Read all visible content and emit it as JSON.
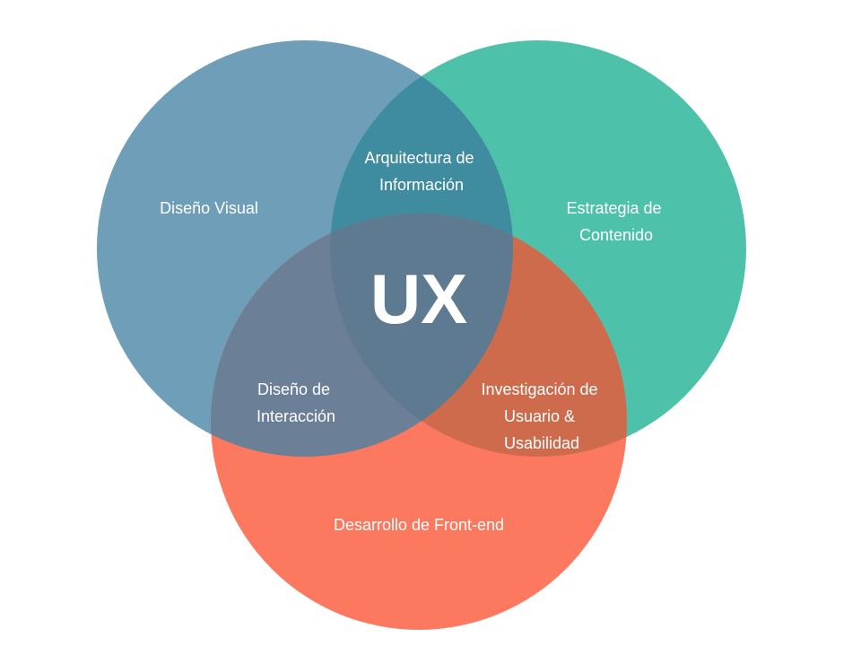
{
  "diagram": {
    "center_label": "UX",
    "circles": [
      {
        "id": "visual",
        "label": "Diseño Visual",
        "color": "#6f9fb8"
      },
      {
        "id": "content",
        "label_lines": [
          "Estrategia de",
          "Contenido"
        ],
        "color": "#4ec1ab"
      },
      {
        "id": "frontend",
        "label": "Desarrollo de Front-end",
        "color": "#fc7960"
      }
    ],
    "overlaps": {
      "visual_content": {
        "label_lines": [
          "Arquitectura de",
          "Información"
        ],
        "color": "#3f8ca1"
      },
      "visual_frontend": {
        "label_lines": [
          "Diseño de",
          "Interacción"
        ],
        "color": "#6b7f96"
      },
      "content_frontend": {
        "label_lines": [
          "Investigación de",
          "Usuario &",
          "Usabilidad"
        ],
        "color": "#cf6b4d"
      },
      "all": {
        "color": "#5e7a90"
      }
    }
  }
}
